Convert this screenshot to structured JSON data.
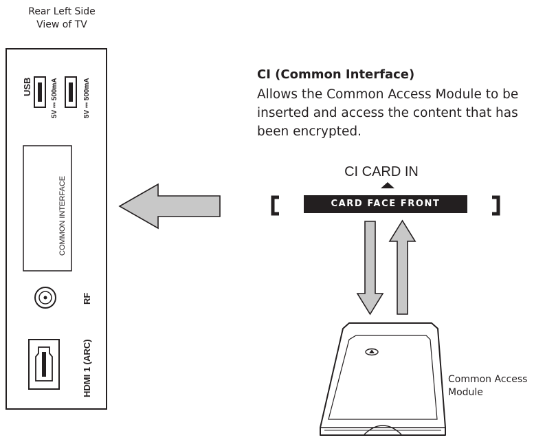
{
  "tv_caption": "Rear Left Side\nView of TV",
  "panel": {
    "usb_label": "USB",
    "usb1_rating": "5V ⎓ 500mA",
    "usb2_rating": "5V ⎓ 500mA",
    "common_interface_label": "COMMON INTERFACE",
    "rf_label": "RF",
    "hdmi_label": "HDMI 1 (ARC)"
  },
  "ci": {
    "title": "CI (Common Interface)",
    "description": "Allows the Common Access Module to be inserted and access the content that has been encrypted."
  },
  "card": {
    "card_in_label": "CI CARD IN",
    "card_face_label": "CARD FACE FRONT",
    "module_label": "Common Access\nModule"
  },
  "colors": {
    "outline": "#231f20",
    "arrow_fill": "#c8c8c8",
    "card_face_bg": "#231f20"
  }
}
